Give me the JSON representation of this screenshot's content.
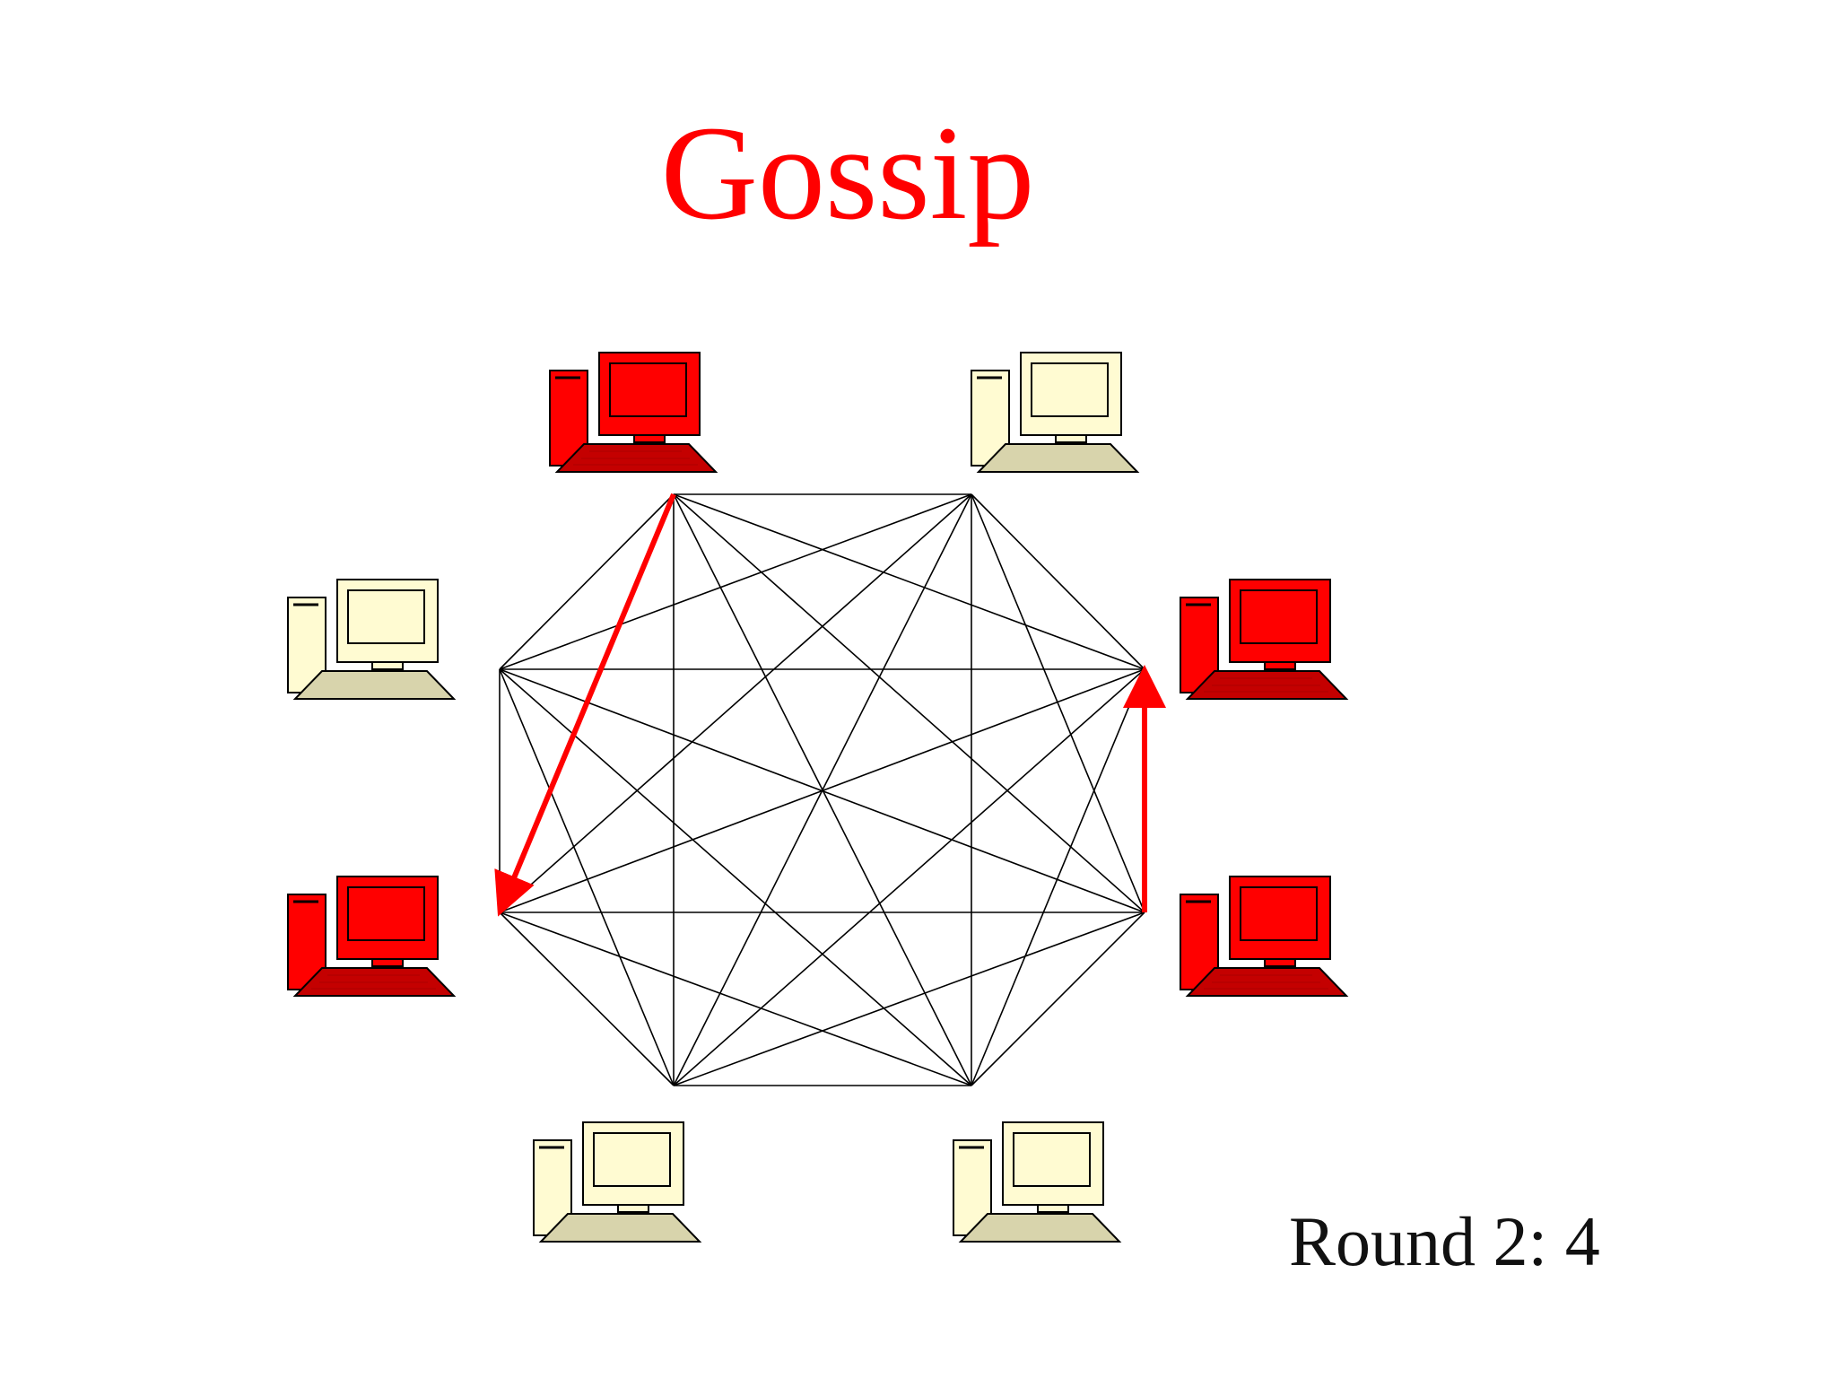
{
  "title": "Gossip",
  "round_label": "Round 2: 4",
  "colors": {
    "title": "#ff0000",
    "edge": "#000000",
    "message_arrow": "#ff0000",
    "infected_fill": "#ff0000",
    "infected_dark": "#b80000",
    "infected_keyboard": "#c40000",
    "healthy_fill": "#fffbd2",
    "healthy_keyboard": "#d8d4ac",
    "outline": "#000000"
  },
  "nodes": [
    {
      "id": "top-left",
      "infected": true
    },
    {
      "id": "top-right",
      "infected": false
    },
    {
      "id": "right-upper",
      "infected": true
    },
    {
      "id": "right-lower",
      "infected": true
    },
    {
      "id": "bottom-right",
      "infected": false
    },
    {
      "id": "bottom-left",
      "infected": false
    },
    {
      "id": "left-lower",
      "infected": true
    },
    {
      "id": "left-upper",
      "infected": false
    }
  ],
  "gossip_messages": [
    {
      "from": "top-left",
      "to": "left-lower"
    },
    {
      "from": "right-lower",
      "to": "right-upper"
    }
  ]
}
